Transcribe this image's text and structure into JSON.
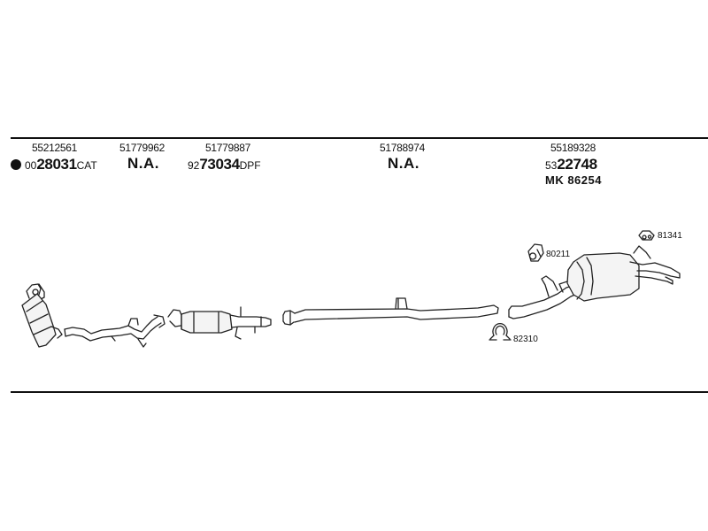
{
  "oe_numbers": [
    "55212561",
    "51779962",
    "51779887",
    "51788974",
    "55189328"
  ],
  "catalyst": {
    "prefix": "00",
    "main": "28031",
    "suffix": "CAT"
  },
  "not_available_1": "N.A.",
  "dpf": {
    "prefix": "92",
    "main": "73034",
    "suffix": "DPF"
  },
  "not_available_2": "N.A.",
  "rear_muffler": {
    "prefix": "53",
    "main": "22748"
  },
  "mounting_kit": "MK 86254",
  "callouts": {
    "rubber_ring": "80211",
    "hanger": "81341",
    "clamp": "82310"
  }
}
